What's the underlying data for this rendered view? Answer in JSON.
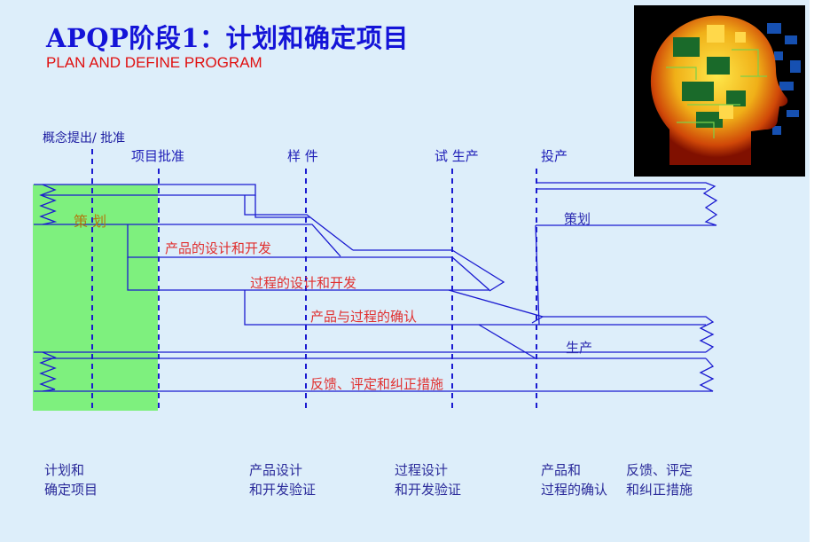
{
  "header": {
    "title": "APQP阶段1：计划和确定项目",
    "subtitle": "PLAN AND DEFINE PROGRAM"
  },
  "milestones": {
    "concept": "概念提出/ 批准",
    "program_approval": "项目批准",
    "prototype": "样 件",
    "pilot": "试 生产",
    "launch": "投产"
  },
  "streams": {
    "planning_left": "策 划",
    "planning_right": "策划",
    "product_design": "产品的设计和开发",
    "process_design": "过程的设计和开发",
    "validation": "产品与过程的确认",
    "production": "生产",
    "feedback": "反馈、评定和纠正措施"
  },
  "phases": [
    {
      "line1": "计划和",
      "line2": "确定项目"
    },
    {
      "line1": "产品设计",
      "line2": "和开发验证"
    },
    {
      "line1": "过程设计",
      "line2": "和开发验证"
    },
    {
      "line1": "产品和",
      "line2": "过程的确认"
    },
    {
      "line1": "反馈、评定",
      "line2": "和纠正措施"
    }
  ],
  "colors": {
    "background": "#ddeefa",
    "highlight": "#7ef07e",
    "line": "#1a1ad0",
    "title": "#1414d8",
    "subtitle": "#e01010"
  },
  "image": {
    "icon": "circuit-brain-head-icon"
  }
}
